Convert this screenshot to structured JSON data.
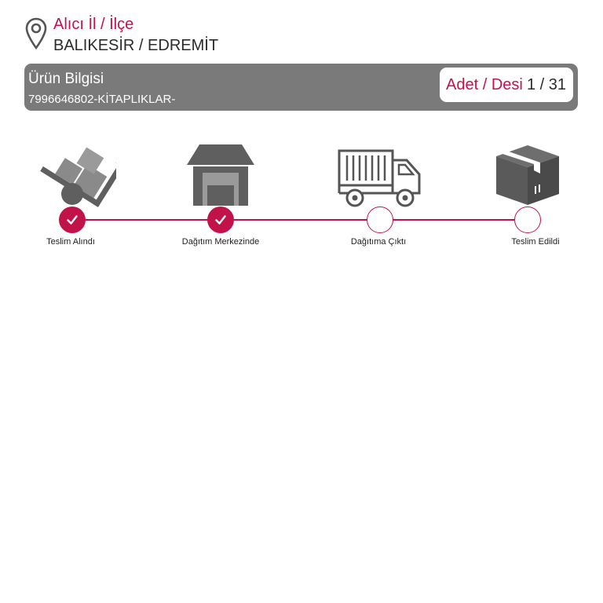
{
  "recipient": {
    "label": "Alıcı İl / İlçe",
    "value": "BALIKESİR / EDREMİT",
    "icon": "location-pin-icon"
  },
  "product": {
    "title": "Ürün Bilgisi",
    "code": "7996646802-KİTAPLIKLAR-",
    "count_label": "Adet / Desi",
    "count_value": "1 / 31"
  },
  "tracking": {
    "steps": [
      {
        "label": "Teslim Alındı",
        "status": "done",
        "icon": "hand-truck-icon"
      },
      {
        "label": "Dağıtım Merkezinde",
        "status": "done",
        "icon": "warehouse-icon"
      },
      {
        "label": "Dağıtıma Çıktı",
        "status": "pending",
        "icon": "delivery-truck-icon"
      },
      {
        "label": "Teslim Edildi",
        "status": "pending",
        "icon": "package-box-icon"
      }
    ]
  },
  "colors": {
    "accent": "#c2124a",
    "bar": "#7a7a7a",
    "icon": "#5f5f5f"
  }
}
